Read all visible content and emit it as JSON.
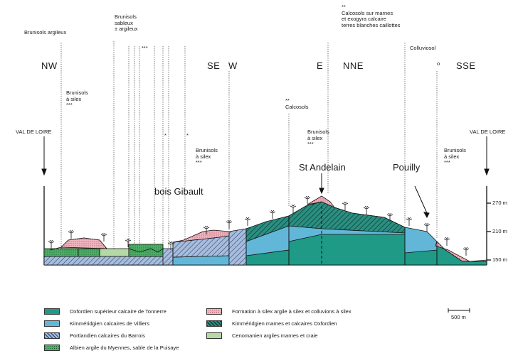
{
  "top_labels": {
    "brunisols_argileux": "Brunisols argileux",
    "brunisols_sableux": "Brunisols\nsableux\n± argileux",
    "stars_small": "***",
    "calcosols_marnes": "**\nCalcosols sur marnes\net exogyra calcaire\nterres blanches caillottes",
    "colluviosol": "Colluviosol",
    "colluviosol_mark": "o",
    "brunisols_silex_1": "Brunisols\nà silex\n***",
    "calcosols": "**\nCalcosols",
    "brunisols_silex_2": "Brunisols\nà silex\n***",
    "brunisols_silex_3": "Brunisols\nà silex\n***",
    "brunisols_silex_4": "Brunisols\nà silex\n***",
    "star_a": "*",
    "star_b": "*"
  },
  "directions": {
    "nw": "NW",
    "se": "SE",
    "w": "W",
    "e": "E",
    "nne": "NNE",
    "sse": "SSE"
  },
  "places": {
    "val_left": "VAL DE LOIRE",
    "val_right": "VAL DE LOIRE",
    "bois_gibault": "bois Gibault",
    "st_andelain": "St Andelain",
    "pouilly": "Pouilly"
  },
  "altitudes": [
    "270 m",
    "210 m",
    "150 m"
  ],
  "scale": "500 m",
  "legend": [
    {
      "label": "Oxfordien supérieur calcaire de Tonnerre",
      "color": "#1f9a86",
      "pattern": "solid"
    },
    {
      "label": "Kimméridgien calcaires de Villiers",
      "color": "#62b7d9",
      "pattern": "solid"
    },
    {
      "label": "Portlandien calcaires du Barrois",
      "color": "#8fa6c8",
      "pattern": "hatch"
    },
    {
      "label": "Albien argile du Myennes, sable de la Puisaye",
      "color": "#3ea65a",
      "pattern": "dots"
    },
    {
      "label": "Formation à silex argile à silex et colluvions à silex",
      "color": "#e8a4b0",
      "pattern": "dots"
    },
    {
      "label": "Kimméridgien marnes et calcaires Oxfordien",
      "color": "#1e8a7c",
      "pattern": "hatch"
    },
    {
      "label": "Cenomanien argiles marnes et craie",
      "color": "#b5d9a5",
      "pattern": "solid"
    }
  ]
}
